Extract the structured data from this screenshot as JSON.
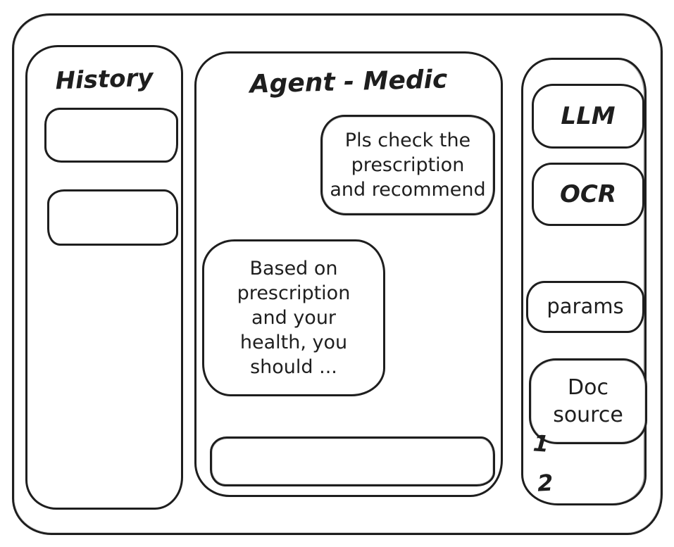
{
  "window": {
    "background": "#ffffff",
    "stroke_color": "#1e1e1e"
  },
  "history_panel": {
    "title": "History",
    "items": [
      {
        "label": ""
      },
      {
        "label": ""
      }
    ]
  },
  "chat_panel": {
    "title": "Agent - Medic",
    "messages": [
      {
        "role": "user",
        "text": "Pls check the\nprescription\nand recommend"
      },
      {
        "role": "assistant",
        "text": "Based on\nprescription\nand your\nhealth, you\nshould ..."
      }
    ],
    "input": {
      "value": "",
      "placeholder": ""
    }
  },
  "tools_panel": {
    "buttons": [
      {
        "id": "llm",
        "label": "LLM"
      },
      {
        "id": "ocr",
        "label": "OCR"
      },
      {
        "id": "params",
        "label": "params"
      },
      {
        "id": "doc-source",
        "label": "Doc\nsource"
      }
    ],
    "footnotes": [
      "1",
      "2"
    ]
  }
}
